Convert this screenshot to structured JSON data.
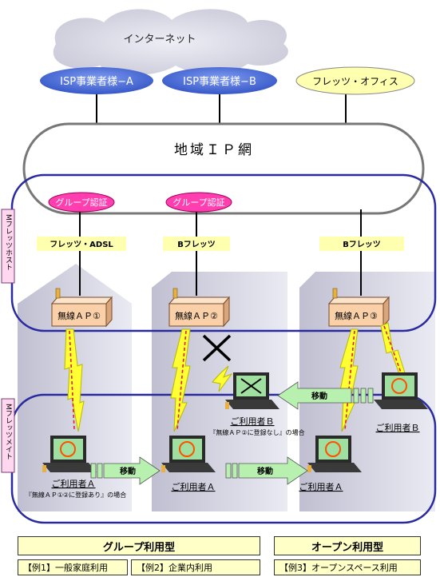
{
  "internet": {
    "label": "インターネット"
  },
  "isps": [
    {
      "label": "ISP事業者様−A"
    },
    {
      "label": "ISP事業者様−B"
    },
    {
      "label": "フレッツ・オフィス"
    }
  ],
  "regional_ip_network": {
    "label": "地域ＩＰ網"
  },
  "group_auth": [
    {
      "label": "グループ認証"
    },
    {
      "label": "グループ認証"
    }
  ],
  "lines": [
    {
      "label": "フレッツ・ADSL"
    },
    {
      "label": "Bフレッツ"
    },
    {
      "label": "Bフレッツ"
    }
  ],
  "access_points": [
    {
      "label": "無線ＡＰ①"
    },
    {
      "label": "無線ＡＰ②"
    },
    {
      "label": "無線ＡＰ③"
    }
  ],
  "side_labels": {
    "host": "Mフレッツホスト",
    "mate": "Mフレッツメイト"
  },
  "users": [
    {
      "label": "ご利用者Ｂ"
    },
    {
      "label": "ご利用者Ａ"
    },
    {
      "label": "ご利用者Ａ"
    },
    {
      "label": "ご利用者Ａ"
    },
    {
      "label": "ご利用者Ｂ"
    }
  ],
  "notes": {
    "registered": "『無線ＡＰ①②に登録あり』の場合",
    "not_registered": "『無線ＡＰ②に登録なし』の場合"
  },
  "move_label": "移動",
  "footer": {
    "group_title": "グループ利用型",
    "open_title": "オープン利用型",
    "examples": [
      "【例1】一般家庭利用",
      "【例2】企業内利用",
      "【例3】オープンスペース利用"
    ]
  },
  "colors": {
    "isp_fill": "#4a6fe0",
    "office_fill": "#ffffb0",
    "auth_fill": "#ff3fb0",
    "line_label_fill": "#ffffb0",
    "ap_fill": "#f9d0a8",
    "frame_stroke": "#2a2aa0",
    "lightning_fill": "#ffff33",
    "arrow_fill": "#b8f0b0"
  }
}
